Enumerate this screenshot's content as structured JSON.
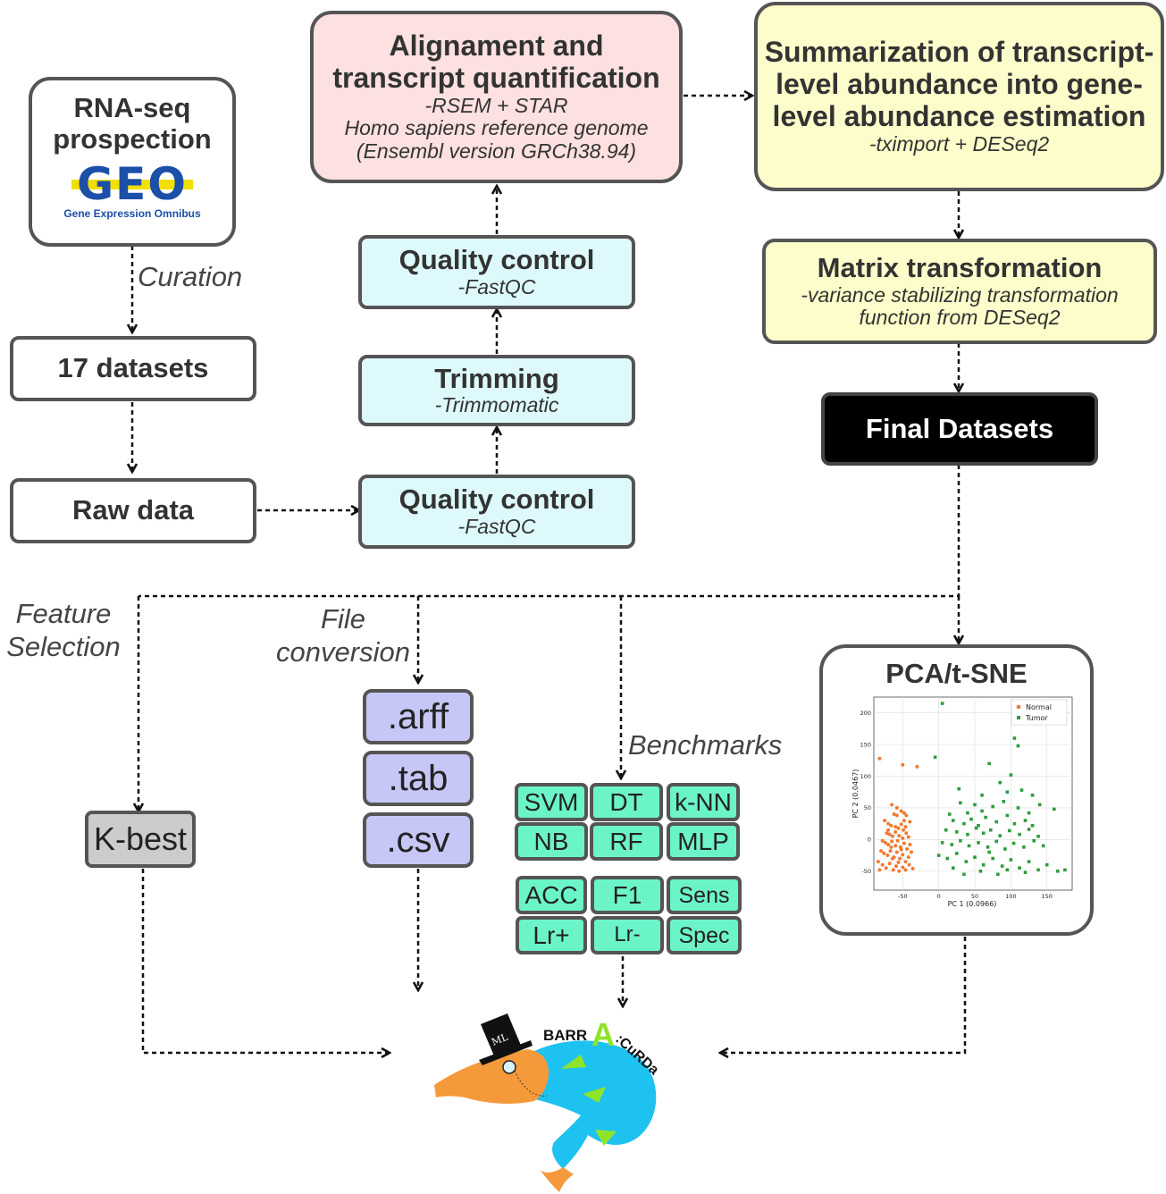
{
  "colors": {
    "pink": "#fde0e0",
    "yellow": "#fdfdcb",
    "cyan": "#def9fb",
    "lavender": "#c7c7f7",
    "mint": "#6cf4c9",
    "grey": "#cccccc",
    "black": "#000000",
    "normal_points": "#f07a30",
    "tumor_points": "#2e9c3a",
    "fish_head": "#f59a3a",
    "fish_body": "#1ec2f0",
    "fish_fins": "#8fe32a"
  },
  "rnaseq": {
    "title": "RNA-seq prospection",
    "logo_text": "GEO",
    "logo_caption": "Gene Expression Omnibus"
  },
  "labels": {
    "curation": "Curation",
    "feature_selection": "Feature Selection",
    "file_conversion": "File conversion",
    "benchmarks": "Benchmarks"
  },
  "datasets": "17 datasets",
  "raw_data": "Raw data",
  "alignment": {
    "title": "Alignament and transcript quantification",
    "sub1": "-RSEM + STAR",
    "sub2": "Homo sapiens reference genome",
    "sub3": "(Ensembl version GRCh38.94)"
  },
  "qc_top": {
    "title": "Quality control",
    "sub": "-FastQC"
  },
  "trimming": {
    "title": "Trimming",
    "sub": "-Trimmomatic"
  },
  "qc_bottom": {
    "title": "Quality control",
    "sub": "-FastQC"
  },
  "summarization": {
    "title": "Summarization of transcript-level abundance into gene-level abundance estimation",
    "sub": "-tximport + DESeq2"
  },
  "matrix": {
    "title": "Matrix transformation",
    "sub": "-variance stabilizing transformation function from DESeq2"
  },
  "final": "Final Datasets",
  "kbest": "K-best",
  "formats": [
    ".arff",
    ".tab",
    ".csv"
  ],
  "classifiers": [
    "SVM",
    "DT",
    "k-NN",
    "NB",
    "RF",
    "MLP"
  ],
  "metrics": [
    "ACC",
    "F1",
    "Sens",
    "Lr+",
    "Lr-",
    "Spec"
  ],
  "pca": {
    "title": "PCA/t-SNE",
    "legend": [
      "Normal",
      "Tumor"
    ],
    "xlabel": "PC 1 (0.0966)",
    "ylabel": "PC 2 (0.0467)",
    "xticks": [
      "-50",
      "0",
      "50",
      "100",
      "150"
    ],
    "yticks": [
      "200",
      "150",
      "100",
      "50",
      "0",
      "-50"
    ]
  },
  "logo": {
    "hat_text": "ML",
    "name_part1": "BARR",
    "name_letter": "A",
    "name_part2": ":CuRDa"
  },
  "chart_data": {
    "type": "scatter",
    "xlabel": "PC 1 (0.0966)",
    "ylabel": "PC 2 (0.0467)",
    "xlim": [
      -90,
      185
    ],
    "ylim": [
      -80,
      225
    ],
    "grid": true,
    "legend_position": "top-right",
    "series": [
      {
        "name": "Normal",
        "color": "#f07a30",
        "points": [
          [
            -82,
            128
          ],
          [
            -50,
            118
          ],
          [
            -30,
            115
          ],
          [
            -65,
            55
          ],
          [
            -62,
            40
          ],
          [
            -58,
            38
          ],
          [
            -52,
            45
          ],
          [
            -48,
            42
          ],
          [
            -45,
            38
          ],
          [
            -75,
            30
          ],
          [
            -70,
            25
          ],
          [
            -66,
            22
          ],
          [
            -60,
            20
          ],
          [
            -56,
            18
          ],
          [
            -52,
            24
          ],
          [
            -49,
            15
          ],
          [
            -46,
            20
          ],
          [
            -40,
            28
          ],
          [
            -72,
            10
          ],
          [
            -68,
            8
          ],
          [
            -64,
            5
          ],
          [
            -60,
            12
          ],
          [
            -55,
            6
          ],
          [
            -50,
            2
          ],
          [
            -45,
            10
          ],
          [
            -42,
            4
          ],
          [
            -78,
            -2
          ],
          [
            -74,
            -5
          ],
          [
            -70,
            -8
          ],
          [
            -65,
            -3
          ],
          [
            -60,
            -10
          ],
          [
            -57,
            -2
          ],
          [
            -53,
            -12
          ],
          [
            -48,
            -6
          ],
          [
            -44,
            -15
          ],
          [
            -40,
            -8
          ],
          [
            -80,
            -18
          ],
          [
            -76,
            -22
          ],
          [
            -71,
            -25
          ],
          [
            -67,
            -18
          ],
          [
            -62,
            -28
          ],
          [
            -58,
            -20
          ],
          [
            -54,
            -30
          ],
          [
            -50,
            -24
          ],
          [
            -46,
            -35
          ],
          [
            -42,
            -28
          ],
          [
            -38,
            -20
          ],
          [
            -84,
            -35
          ],
          [
            -78,
            -40
          ],
          [
            -73,
            -45
          ],
          [
            -68,
            -38
          ],
          [
            -63,
            -48
          ],
          [
            -59,
            -42
          ],
          [
            -55,
            -50
          ],
          [
            -50,
            -44
          ],
          [
            -46,
            -48
          ],
          [
            -41,
            -40
          ],
          [
            -36,
            -46
          ],
          [
            -82,
            -48
          ],
          [
            -64,
            -30
          ],
          [
            -56,
            -36
          ],
          [
            -70,
            15
          ],
          [
            -48,
            30
          ],
          [
            -58,
            50
          ],
          [
            -66,
            -12
          ],
          [
            -52,
            -16
          ]
        ]
      },
      {
        "name": "Tumor",
        "color": "#2e9c3a",
        "points": [
          [
            5,
            215
          ],
          [
            105,
            160
          ],
          [
            110,
            148
          ],
          [
            -5,
            130
          ],
          [
            70,
            120
          ],
          [
            160,
            48
          ],
          [
            30,
            58
          ],
          [
            40,
            42
          ],
          [
            50,
            55
          ],
          [
            60,
            45
          ],
          [
            75,
            52
          ],
          [
            90,
            60
          ],
          [
            110,
            50
          ],
          [
            125,
            42
          ],
          [
            140,
            55
          ],
          [
            20,
            30
          ],
          [
            35,
            25
          ],
          [
            45,
            32
          ],
          [
            55,
            22
          ],
          [
            65,
            35
          ],
          [
            80,
            28
          ],
          [
            95,
            38
          ],
          [
            105,
            25
          ],
          [
            120,
            30
          ],
          [
            130,
            22
          ],
          [
            10,
            15
          ],
          [
            25,
            12
          ],
          [
            40,
            8
          ],
          [
            52,
            18
          ],
          [
            62,
            10
          ],
          [
            72,
            15
          ],
          [
            85,
            6
          ],
          [
            98,
            14
          ],
          [
            112,
            8
          ],
          [
            125,
            16
          ],
          [
            138,
            5
          ],
          [
            5,
            -5
          ],
          [
            18,
            -8
          ],
          [
            30,
            -2
          ],
          [
            42,
            -10
          ],
          [
            55,
            -5
          ],
          [
            68,
            -12
          ],
          [
            80,
            -3
          ],
          [
            92,
            -15
          ],
          [
            104,
            -6
          ],
          [
            118,
            -12
          ],
          [
            132,
            -2
          ],
          [
            145,
            -10
          ],
          [
            0,
            -25
          ],
          [
            12,
            -30
          ],
          [
            25,
            -22
          ],
          [
            38,
            -35
          ],
          [
            50,
            -28
          ],
          [
            62,
            -40
          ],
          [
            75,
            -30
          ],
          [
            88,
            -42
          ],
          [
            100,
            -32
          ],
          [
            112,
            -45
          ],
          [
            125,
            -35
          ],
          [
            138,
            -48
          ],
          [
            150,
            -40
          ],
          [
            165,
            -50
          ],
          [
            175,
            -48
          ],
          [
            20,
            -45
          ],
          [
            35,
            -55
          ],
          [
            58,
            -50
          ],
          [
            82,
            -55
          ],
          [
            95,
            -48
          ],
          [
            120,
            -52
          ],
          [
            70,
            -20
          ],
          [
            15,
            40
          ],
          [
            85,
            90
          ],
          [
            95,
            75
          ],
          [
            130,
            70
          ],
          [
            100,
            102
          ],
          [
            28,
            80
          ],
          [
            60,
            70
          ],
          [
            115,
            78
          ]
        ]
      }
    ]
  }
}
